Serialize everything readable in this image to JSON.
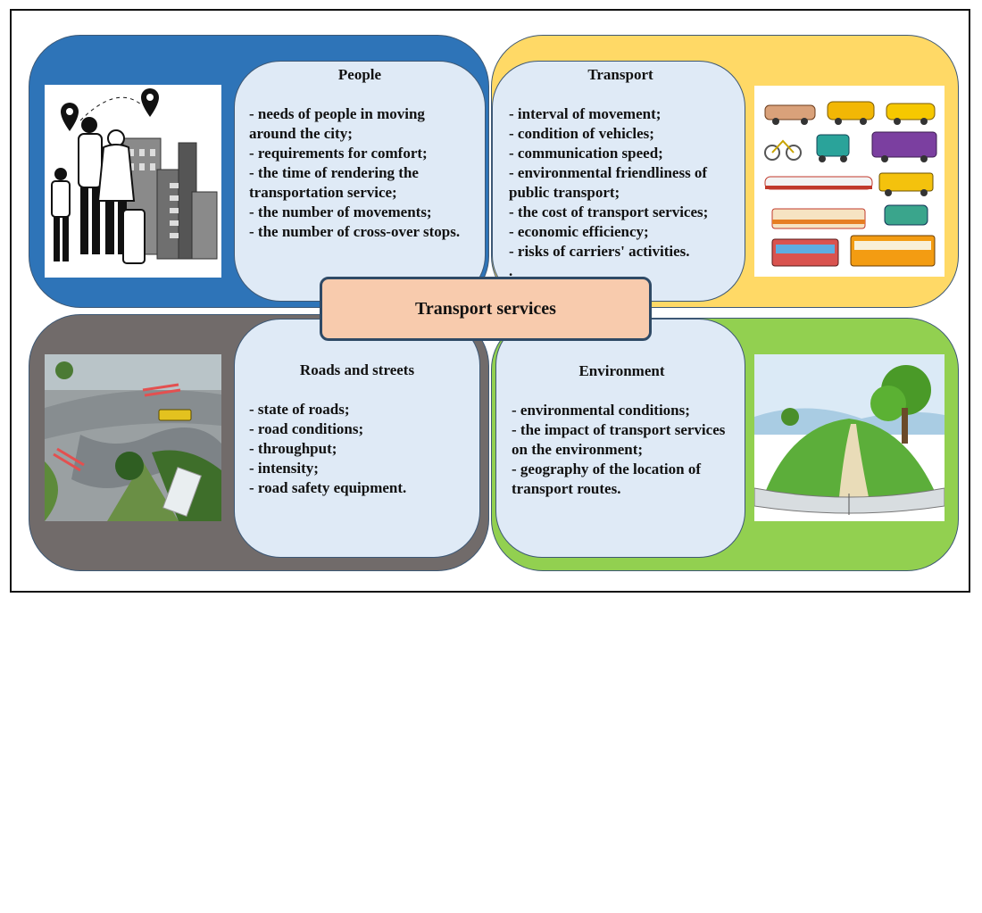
{
  "center": {
    "title": "Transport services"
  },
  "people": {
    "title": "People",
    "items": [
      "- needs of people in moving around the city;",
      "- requirements for comfort;",
      "- the time of rendering the transportation service;",
      "- the number of movements;",
      "- the number of cross-over stops."
    ]
  },
  "transport": {
    "title": "Transport",
    "items": [
      "- interval of movement;",
      "- condition of vehicles;",
      "- communication speed;",
      "- environmental friendliness of public transport;",
      "- the cost of transport services;",
      "- economic efficiency;",
      "- risks of carriers' activities.",
      "."
    ]
  },
  "roads": {
    "title": "Roads and streets",
    "items": [
      "- state of roads;",
      "- road conditions;",
      "- throughput;",
      "- intensity;",
      "- road safety equipment."
    ]
  },
  "environment": {
    "title": "Environment",
    "items": [
      "- environmental conditions;",
      "- the impact of transport services on the environment;",
      "- geography of the location of transport routes."
    ]
  },
  "colors": {
    "people_bg": "#2e74b8",
    "transport_bg": "#ffd966",
    "roads_bg": "#716b6a",
    "environment_bg": "#92d050",
    "text_box_bg": "#dfeaf6",
    "center_bg": "#f8cbad",
    "border": "#3d5875"
  },
  "illustrations": {
    "people": "travelers-city-illustration",
    "transport": "vehicles-collage-illustration",
    "roads": "road-intersection-photo",
    "environment": "open-book-landscape-photo"
  }
}
